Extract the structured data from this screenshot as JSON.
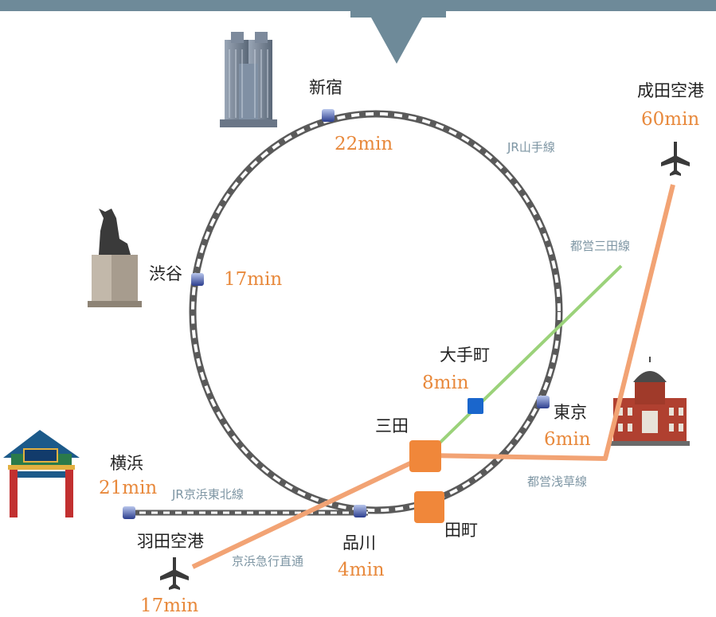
{
  "stations": {
    "shinjuku": {
      "name": "新宿",
      "time": "22min"
    },
    "shibuya": {
      "name": "渋谷",
      "time": "17min"
    },
    "otemachi": {
      "name": "大手町",
      "time": "8min"
    },
    "tokyo": {
      "name": "東京",
      "time": "6min"
    },
    "mita": {
      "name": "三田"
    },
    "tamachi": {
      "name": "田町"
    },
    "yokohama": {
      "name": "横浜",
      "time": "21min"
    },
    "shinagawa": {
      "name": "品川",
      "time": "4min"
    },
    "haneda": {
      "name": "羽田空港",
      "time": "17min"
    },
    "narita": {
      "name": "成田空港",
      "time": "60min"
    }
  },
  "lines": {
    "yamanote": "JR山手線",
    "mita_line": "都営三田線",
    "asakusa": "都営浅草線",
    "keihin_tohoku": "JR京浜東北線",
    "keikyu": "京浜急行直通"
  },
  "colors": {
    "header": "#6e8a99",
    "mita_line": "#9bd27a",
    "asakusa_line": "#f2a374",
    "station_orange": "#f0873a",
    "station_blue": "#1a66cc",
    "time_text": "#e8893c",
    "line_label": "#7d95a3"
  }
}
